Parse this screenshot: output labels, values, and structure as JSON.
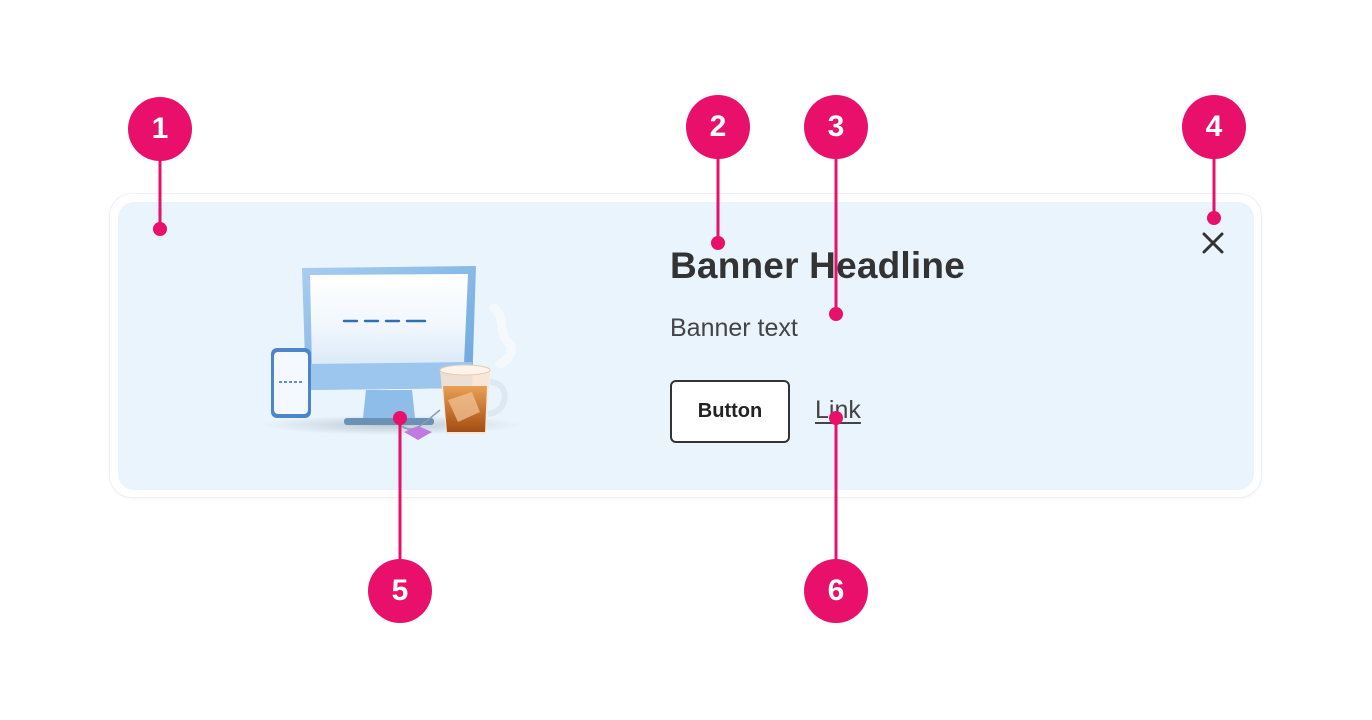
{
  "banner": {
    "headline": "Banner Headline",
    "text": "Banner text",
    "button_label": "Button",
    "link_label": "Link",
    "close_icon": "close-icon",
    "illustration_icon": "computer-and-tea-illustration",
    "background_color": "#eaf4fd",
    "border_color": "#ffffff"
  },
  "callouts": {
    "color": "#e8106a",
    "items": [
      {
        "label": "1",
        "target": "banner-container"
      },
      {
        "label": "2",
        "target": "banner-headline"
      },
      {
        "label": "3",
        "target": "banner-text"
      },
      {
        "label": "4",
        "target": "close-button"
      },
      {
        "label": "5",
        "target": "banner-illustration"
      },
      {
        "label": "6",
        "target": "banner-link"
      }
    ]
  }
}
